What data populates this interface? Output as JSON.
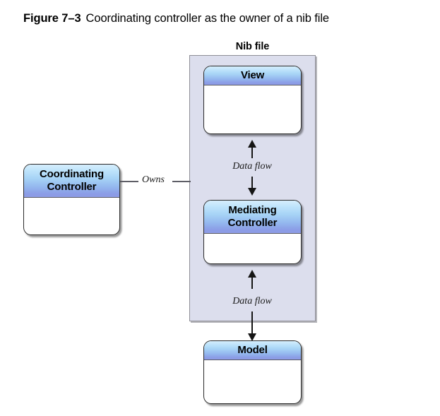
{
  "figure": {
    "number": "Figure 7–3",
    "title": "Coordinating controller as the owner of a nib file"
  },
  "container": {
    "label": "Nib file",
    "background_color": "#dcdeed",
    "border_color": "#8e8e96"
  },
  "nodes": {
    "view": {
      "title": "View"
    },
    "mediating_controller": {
      "title_line1": "Mediating",
      "title_line2": "Controller"
    },
    "model": {
      "title": "Model"
    },
    "coordinating_controller": {
      "title_line1": "Coordinating",
      "title_line2": "Controller"
    }
  },
  "edges": {
    "owns": {
      "label": "Owns"
    },
    "data_flow_upper": {
      "label": "Data flow"
    },
    "data_flow_lower": {
      "label": "Data flow"
    }
  },
  "colors": {
    "header_gradient_top": "#d6eefc",
    "header_gradient_bottom": "#8e9de7",
    "node_body": "#ffffff",
    "node_border": "#2a2a2a",
    "connector": "#151515",
    "page_background": "#ffffff"
  }
}
